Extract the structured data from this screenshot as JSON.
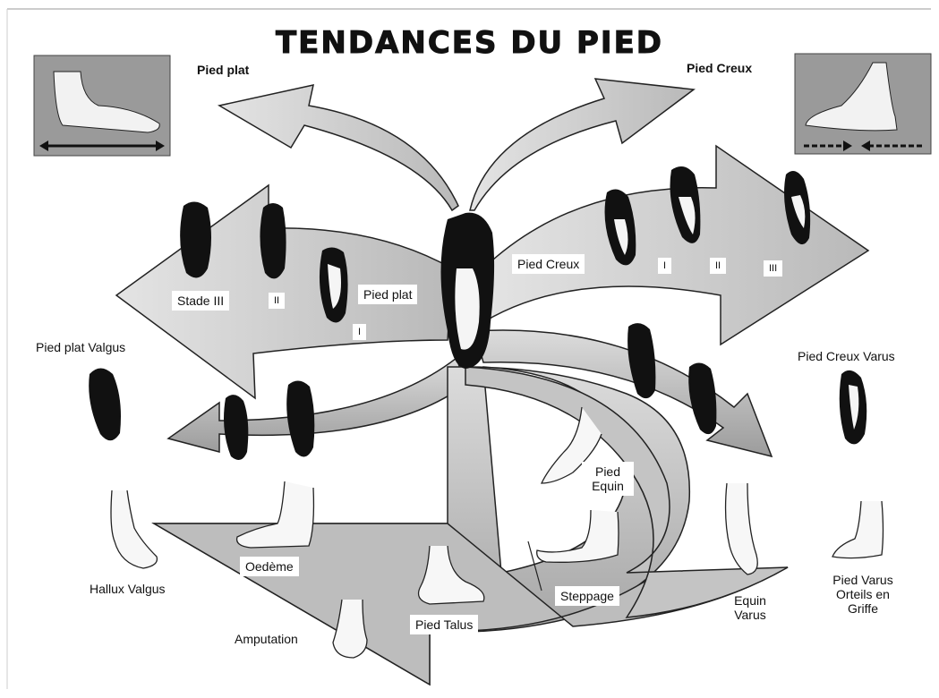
{
  "title": "TENDANCES DU PIED",
  "labels": {
    "pied_plat_top": "Pied plat",
    "pied_creux_top": "Pied Creux",
    "stade_iii": "Stade III",
    "plat_ii": "II",
    "pied_plat": "Pied plat",
    "plat_i": "I",
    "pied_creux": "Pied Creux",
    "creux_i": "I",
    "creux_ii": "II",
    "creux_iii": "III",
    "pied_plat_valgus": "Pied plat Valgus",
    "pied_creux_varus": "Pied Creux Varus",
    "pied_equin_1": "Pied",
    "pied_equin_2": "Equin",
    "oedeme": "Oedème",
    "hallux_valgus": "Hallux Valgus",
    "pied_talus": "Pied Talus",
    "steppage": "Steppage",
    "equin_varus_1": "Equin",
    "equin_varus_2": "Varus",
    "pied_varus_1": "Pied Varus",
    "pied_varus_2": "Orteils en",
    "pied_varus_3": "Griffe",
    "amputation": "Amputation"
  },
  "colors": {
    "arrow_fill": "#cfcfcf",
    "arrow_dark": "#a8a8a8",
    "footprint": "#111111",
    "corner_panel": "#9a9a9a"
  }
}
